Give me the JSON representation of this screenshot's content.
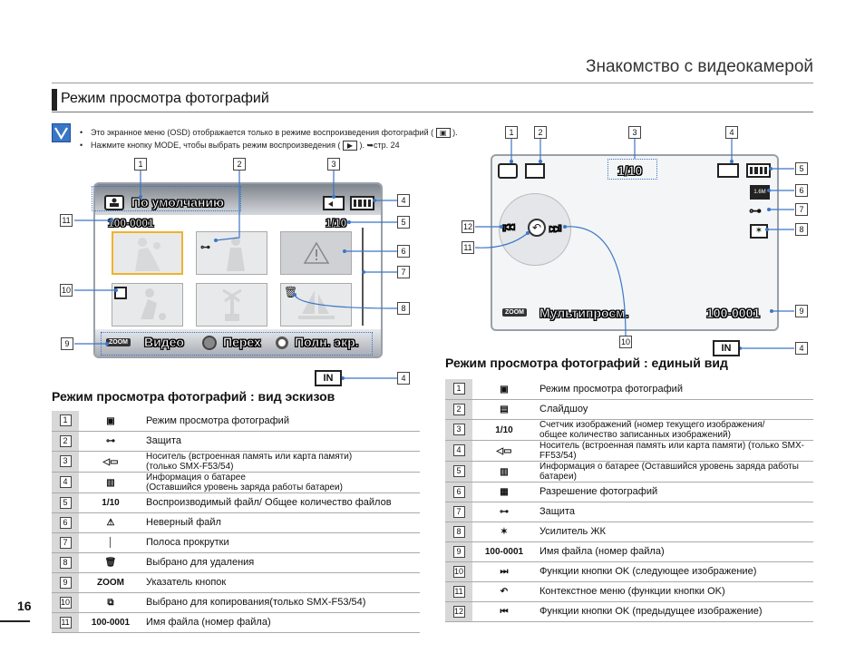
{
  "header": {
    "title": "Знакомство с видеокамерой"
  },
  "section": {
    "title": "Режим просмотра фотографий"
  },
  "notes": [
    "Это экранное меню (OSD) отображается только в режиме воспроизведения фотографий (",
    "Нажмите кнопку MODE, чтобы выбрать режим воспроизведения ("
  ],
  "notes_tail": [
    ").",
    "). ➥стр. 24"
  ],
  "thumb_screen": {
    "mode_label": "По умолчанию",
    "file_name": "100-0001",
    "counter": "1/10",
    "bottom": {
      "zoom": "ZOOM",
      "video": "Видео",
      "move": "Перех",
      "full": "Полн. экр."
    }
  },
  "single_screen": {
    "counter": "1/10",
    "zoom": "ZOOM",
    "multi": "Мультипросм.",
    "file_name": "100-0001"
  },
  "callouts_thumb": [
    "1",
    "2",
    "3",
    "4",
    "5",
    "6",
    "7",
    "8",
    "9",
    "10",
    "11",
    "4"
  ],
  "callouts_single": [
    "1",
    "2",
    "3",
    "4",
    "5",
    "6",
    "7",
    "8",
    "9",
    "10",
    "11",
    "12",
    "4"
  ],
  "thumb_section": {
    "title": "Режим просмотра фотографий : вид эскизов",
    "rows": [
      {
        "n": "1",
        "icon": "photo-mode-icon",
        "text": "Режим просмотра фотографий"
      },
      {
        "n": "2",
        "icon": "protect-key-icon",
        "text": "Защита"
      },
      {
        "n": "3",
        "icon": "storage-icon",
        "text": "Носитель (встроенная память или карта памяти)",
        "text2": "(только SMX-F53/54)"
      },
      {
        "n": "4",
        "icon": "battery-icon",
        "text": "Информация о батарее",
        "text2": "(Оставшийся уровень заряда работы батареи)"
      },
      {
        "n": "5",
        "icon": "counter",
        "icon_text": "1/10",
        "text": "Воспроизводимый файл/ Общее количество файлов"
      },
      {
        "n": "6",
        "icon": "invalid-file-icon",
        "text": "Неверный файл"
      },
      {
        "n": "7",
        "icon": "scrollbar-icon",
        "text": "Полоса прокрутки"
      },
      {
        "n": "8",
        "icon": "trash-icon",
        "text": "Выбрано для удаления"
      },
      {
        "n": "9",
        "icon": "zoom-buttons-icon",
        "icon_text": "ZOOM",
        "text": "Указатель кнопок"
      },
      {
        "n": "10",
        "icon": "copy-icon",
        "text": "Выбрано для копирования(только SMX-F53/54)"
      },
      {
        "n": "11",
        "icon": "filename",
        "icon_text": "100-0001",
        "text": "Имя файла (номер файла)"
      }
    ]
  },
  "single_section": {
    "title": "Режим просмотра фотографий : единый вид",
    "rows": [
      {
        "n": "1",
        "icon": "photo-mode-icon",
        "text": "Режим просмотра фотографий"
      },
      {
        "n": "2",
        "icon": "slideshow-icon",
        "text": "Слайдшоу"
      },
      {
        "n": "3",
        "icon": "counter",
        "icon_text": "1/10",
        "text": "Счетчик изображений (номер текущего изображения/",
        "text2": "общее количество записанных изображений)"
      },
      {
        "n": "4",
        "icon": "storage-icon",
        "text": "Носитель (встроенная память или карта памяти) (только SMX-FF53/54)"
      },
      {
        "n": "5",
        "icon": "battery-icon",
        "text": "Информация о батарее (Оставшийся уровень заряда работы батареи)"
      },
      {
        "n": "6",
        "icon": "resolution-icon",
        "text": "Разрешение фотографий"
      },
      {
        "n": "7",
        "icon": "protect-key-icon",
        "text": "Защита"
      },
      {
        "n": "8",
        "icon": "gain-icon",
        "text": "Усилитель ЖК"
      },
      {
        "n": "9",
        "icon": "filename",
        "icon_text": "100-0001",
        "text": "Имя файла (номер файла)"
      },
      {
        "n": "10",
        "icon": "next-icon",
        "text": "Функции кнопки OK (следующее изображение)"
      },
      {
        "n": "11",
        "icon": "return-icon",
        "text": "Контекстное меню (функции кнопки OK)"
      },
      {
        "n": "12",
        "icon": "prev-icon",
        "text": "Функции кнопки OK (предыдущее изображение)"
      }
    ]
  },
  "page": {
    "number": "16"
  }
}
